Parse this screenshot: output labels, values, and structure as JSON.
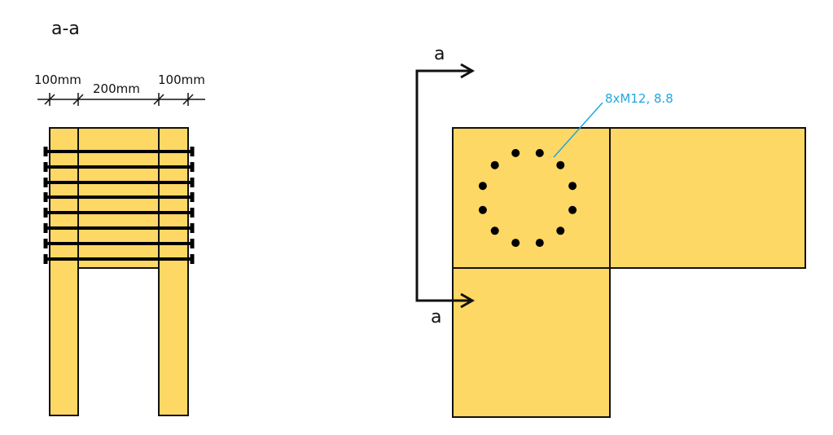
{
  "section": {
    "title": "a-a",
    "dimensions": [
      "100mm",
      "200mm",
      "100mm"
    ],
    "bolt_count": 8
  },
  "plan": {
    "cut_marker_top": "a",
    "cut_marker_bottom": "a",
    "bolt_annotation": "8xM12, 8.8",
    "bolt_ring_count": 12
  },
  "colors": {
    "timber": "#FDD865",
    "outline": "#111111",
    "annotation": "#1EA7E1",
    "bolt": "#000000"
  }
}
